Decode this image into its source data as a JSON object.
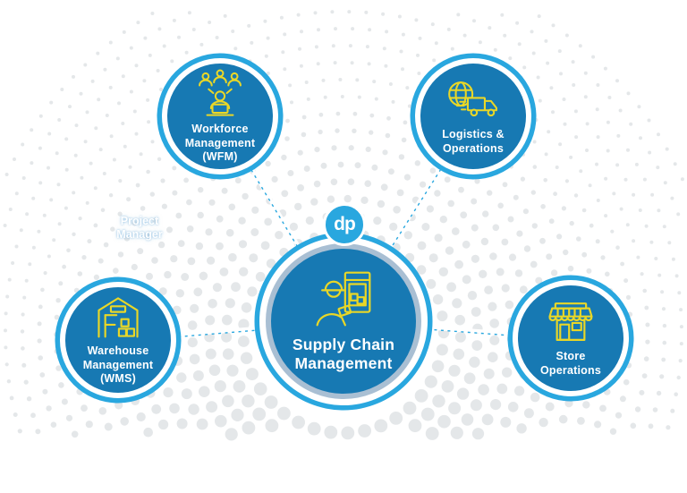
{
  "brand": {
    "logo_text": "dp"
  },
  "watermark": {
    "lines": [
      "Project",
      "Manager"
    ]
  },
  "hub": {
    "label_lines": [
      "Supply Chain",
      "Management"
    ],
    "icon": "worker-inventory-shelf-icon"
  },
  "spokes": [
    {
      "id": "wfm",
      "label_lines": [
        "Workforce",
        "Management",
        "(WFM)"
      ],
      "icon": "team-workforce-icon"
    },
    {
      "id": "logistics",
      "label_lines": [
        "Logistics &",
        "Operations"
      ],
      "icon": "globe-truck-icon"
    },
    {
      "id": "wms",
      "label_lines": [
        "Warehouse",
        "Management",
        "(WMS)"
      ],
      "icon": "warehouse-boxes-icon"
    },
    {
      "id": "store",
      "label_lines": [
        "Store",
        "Operations"
      ],
      "icon": "storefront-icon"
    }
  ],
  "colors": {
    "circle_fill": "#1779b3",
    "accent_blue": "#29a7df",
    "silver_ring": "#a9bfd3",
    "icon_yellow": "#e9d727",
    "dot_gray": "#e4e7e9",
    "connector_white": "#ffffff"
  }
}
